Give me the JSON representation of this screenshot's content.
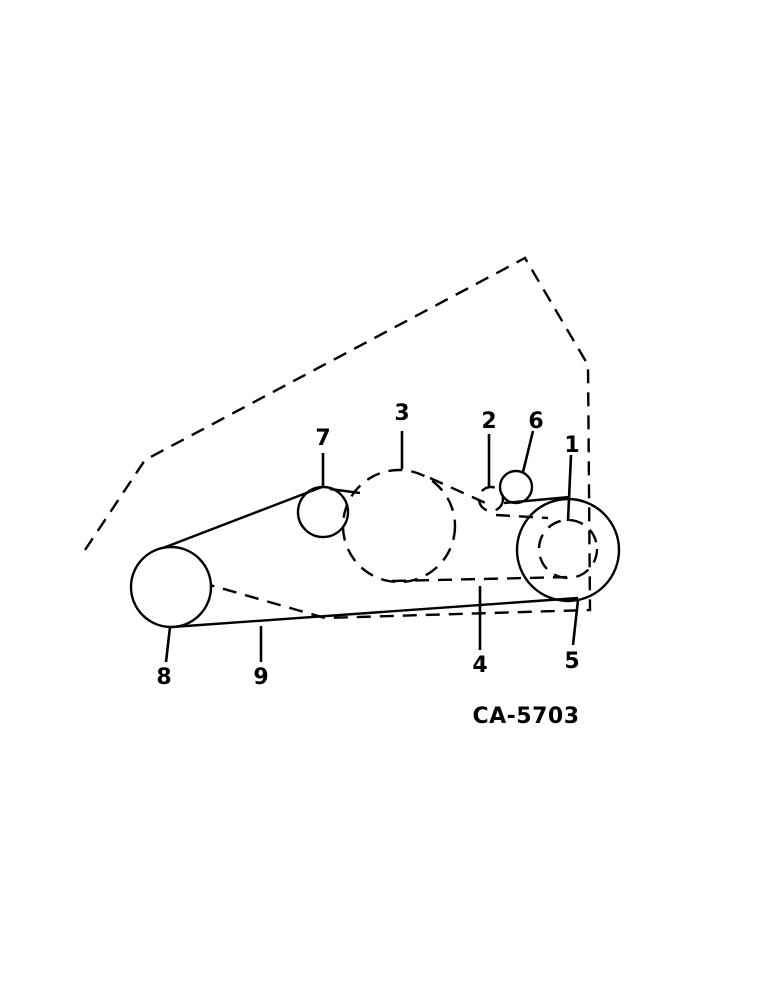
{
  "diagram": {
    "drawing_code": "CA-5703",
    "callouts": {
      "c1": "1",
      "c2": "2",
      "c3": "3",
      "c4": "4",
      "c5": "5",
      "c6": "6",
      "c7": "7",
      "c8": "8",
      "c9": "9"
    }
  }
}
